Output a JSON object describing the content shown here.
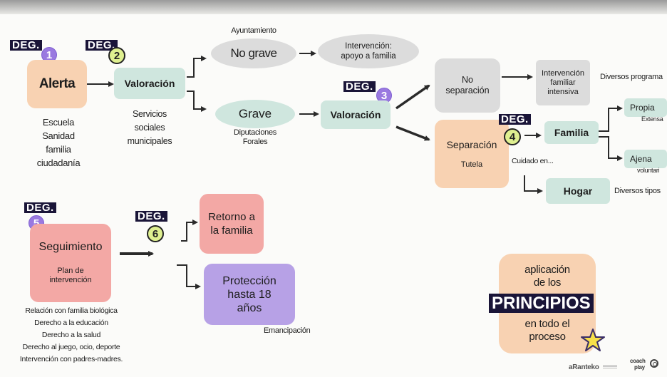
{
  "colors": {
    "peach": "#f8d2b2",
    "mint": "#cfe6de",
    "gray": "#dcdcdc",
    "pink": "#f3a8a5",
    "lavender": "#b7a1e6",
    "deg_bg": "#1a1538",
    "purple_circle": "#9a79e0",
    "green_circle": "#dff090"
  },
  "deg_label": "DEG.",
  "steps": {
    "s1": "1",
    "s2": "2",
    "s3": "3",
    "s4": "4",
    "s5": "5",
    "s6": "6"
  },
  "alerta": {
    "title": "Alerta",
    "sources": [
      "Escuela",
      "Sanidad",
      "familia",
      "ciudadanía"
    ]
  },
  "valoracion1": {
    "title": "Valoración",
    "caption": [
      "Servicios",
      "sociales",
      "municipales"
    ]
  },
  "no_grave": {
    "label": "No grave",
    "caption": "Ayuntamiento",
    "result": [
      "Intervención:",
      "apoyo a familia"
    ]
  },
  "grave": {
    "label": "Grave",
    "caption": [
      "Diputaciones",
      "Forales"
    ]
  },
  "valoracion2": {
    "title": "Valoración"
  },
  "no_separacion": {
    "label": [
      "No",
      "separación"
    ],
    "result": [
      "Intervención",
      "familiar",
      "intensiva"
    ],
    "note": "Diversos programa"
  },
  "separacion": {
    "title": "Separación",
    "subtitle": "Tutela",
    "cuidado": "Cuidado en..."
  },
  "familia": {
    "title": "Familia",
    "propia": "Propia",
    "propia_sub": "Extensa",
    "ajena": "Ajena",
    "ajena_sub": "voluntari"
  },
  "hogar": {
    "title": "Hogar",
    "note": "Diversos tipos"
  },
  "seguimiento": {
    "title": "Seguimiento",
    "plan": [
      "Plan de",
      "intervención"
    ],
    "rights": [
      "Relación con familia biológica",
      "Derecho a la educación",
      "Derecho a la salud",
      "Derecho al juego, ocio, deporte",
      "Intervención con padres-madres."
    ]
  },
  "retorno": {
    "label": [
      "Retorno a",
      "la familia"
    ]
  },
  "proteccion": {
    "label": [
      "Protección",
      "hasta 18",
      "años"
    ],
    "caption": "Emancipación"
  },
  "principios": {
    "line1": "aplicación",
    "line2": "de los",
    "word": "PRINCIPIOS",
    "line3": "en todo el",
    "line4": "proceso"
  },
  "footer": {
    "brand": "aRanteko",
    "coach": "coach",
    "play": "play"
  }
}
